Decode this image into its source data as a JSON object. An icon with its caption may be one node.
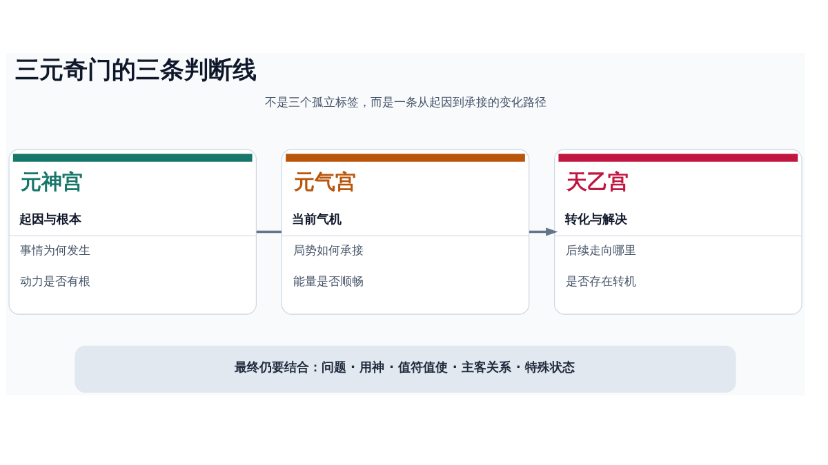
{
  "diagram": {
    "title": "三元奇门的三条判断线",
    "nodes": [
      {
        "text": [
          "元神宫",
          "起因与根本",
          "事情为何发生",
          "动力是否有根"
        ]
      },
      {
        "text": [
          "元气宫",
          "当前气机",
          "局势如何承接",
          "能量是否顺畅"
        ]
      },
      {
        "text": [
          "天乙宫",
          "转化与解决",
          "后续走向哪里",
          "是否存在转机"
        ]
      },
      {
        "text": [
          "最终仍要结合：问题 · 用神 · 值符值使 · 主客关系 · 特殊状态"
        ]
      }
    ],
    "edges": [
      {
        "from": 0,
        "to": 1,
        "arrow": "none"
      },
      {
        "from": 1,
        "to": 2,
        "arrow": "to"
      }
    ],
    "labels": [
      "不是三个孤立标签，而是一条从起因到承接的变化路径"
    ]
  }
}
